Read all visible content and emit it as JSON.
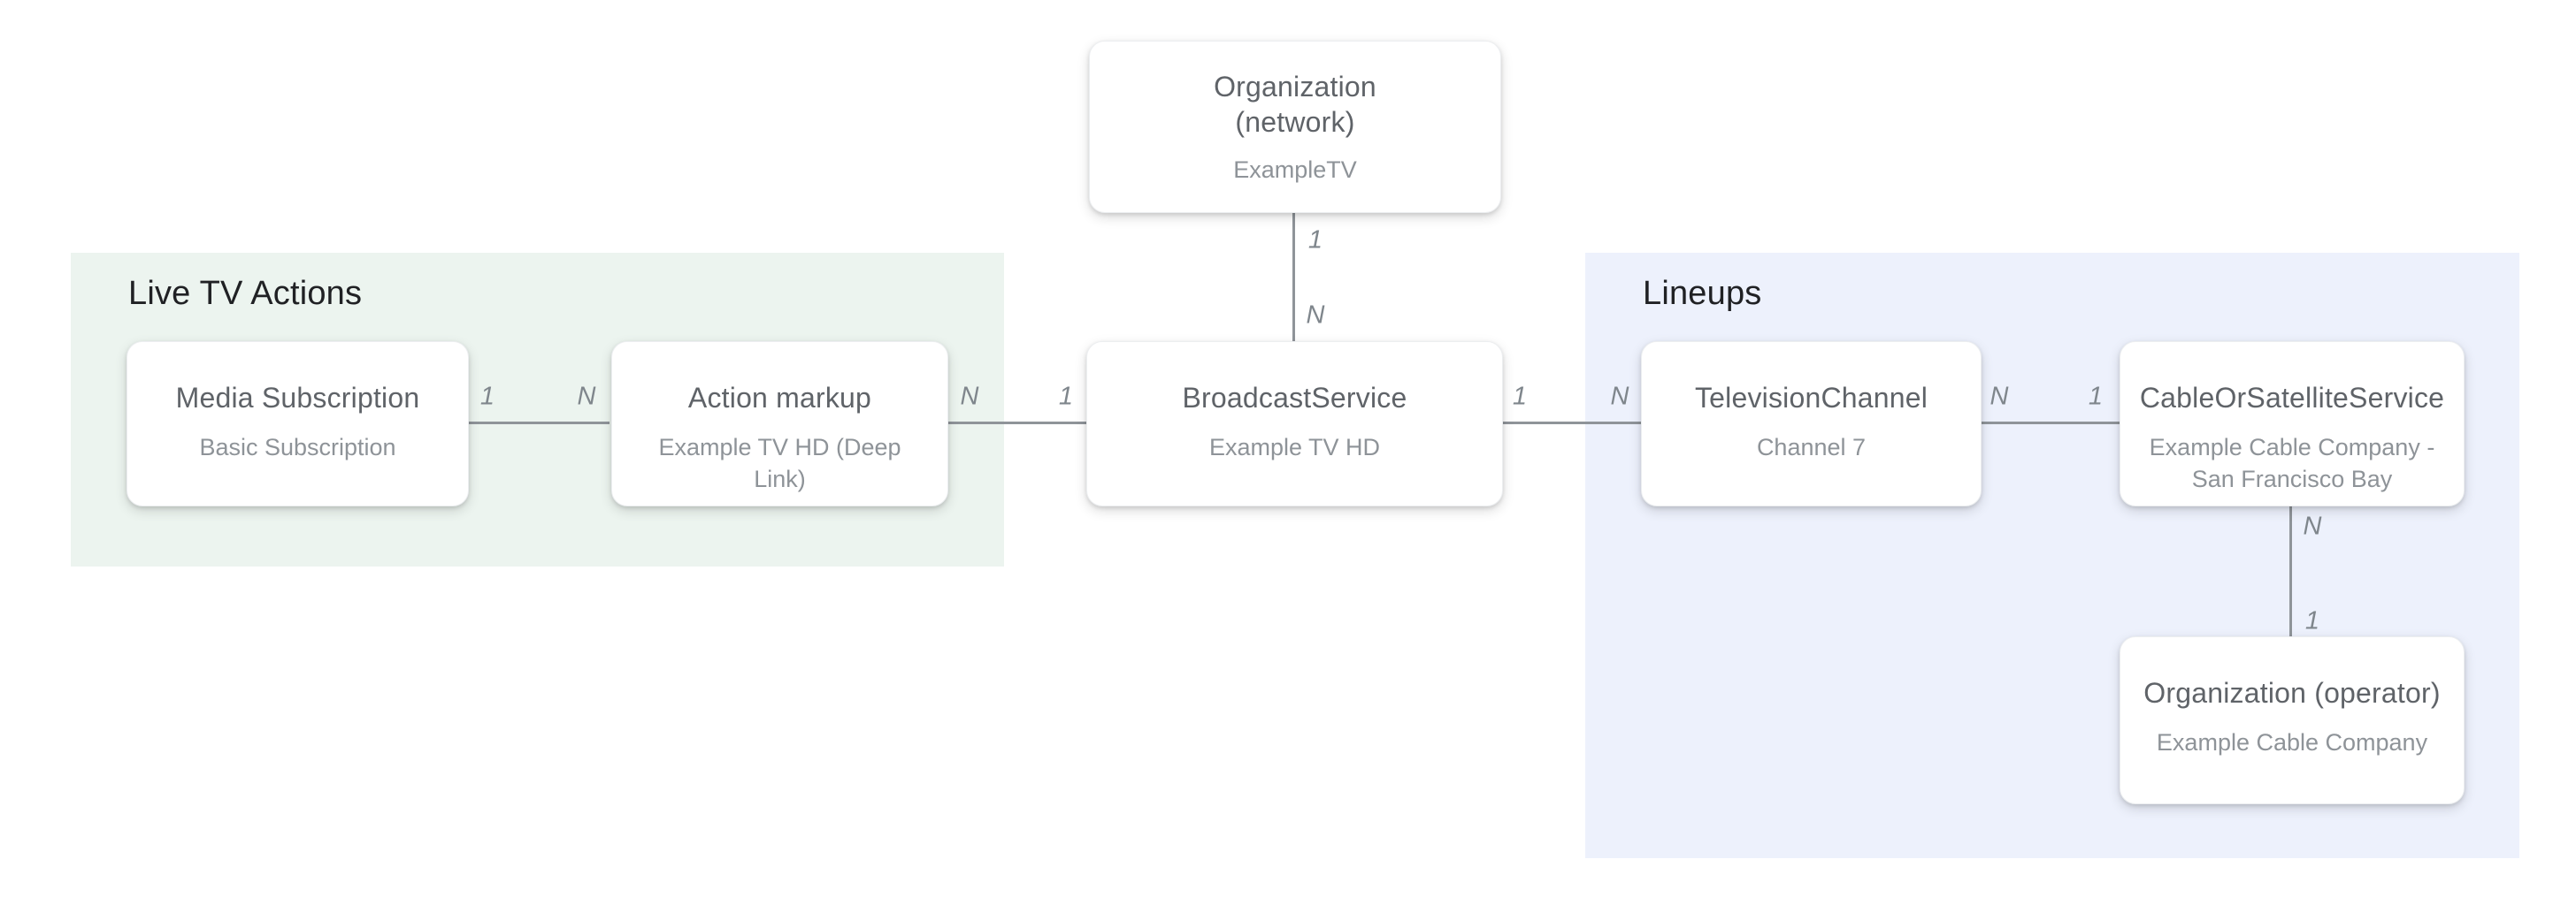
{
  "diagram": {
    "colors": {
      "live_tv_actions_bg": "#ecf4ef",
      "lineups_bg": "#edf1fc",
      "card_bg": "#ffffff",
      "heading_text": "#202124",
      "node_title_text": "#5f6368",
      "node_subtitle_text": "#8e9398",
      "connector_line": "#8f9499",
      "cardinality_text": "#7f868c"
    },
    "groups": [
      {
        "id": "live-tv-actions",
        "label": "Live TV Actions"
      },
      {
        "id": "lineups",
        "label": "Lineups"
      }
    ],
    "nodes": [
      {
        "id": "organization-network",
        "title": "Organization (network)",
        "title_lines": [
          "Organization",
          "(network)"
        ],
        "subtitle": "ExampleTV"
      },
      {
        "id": "media-subscription",
        "title": "Media Subscription",
        "subtitle": "Basic Subscription"
      },
      {
        "id": "action-markup",
        "title": "Action markup",
        "subtitle": "Example TV HD (Deep Link)"
      },
      {
        "id": "broadcast-service",
        "title": "BroadcastService",
        "subtitle": "Example TV HD"
      },
      {
        "id": "television-channel",
        "title": "TelevisionChannel",
        "subtitle": "Channel 7"
      },
      {
        "id": "cable-or-satellite-service",
        "title": "CableOrSatelliteService",
        "subtitle": "Example Cable Company - San Francisco Bay"
      },
      {
        "id": "organization-operator",
        "title": "Organization (operator)",
        "subtitle": "Example Cable Company"
      }
    ],
    "edges": [
      {
        "from": "organization-network",
        "to": "broadcast-service",
        "from_label": "1",
        "to_label": "N"
      },
      {
        "from": "media-subscription",
        "to": "action-markup",
        "from_label": "1",
        "to_label": "N"
      },
      {
        "from": "action-markup",
        "to": "broadcast-service",
        "from_label": "N",
        "to_label": "1"
      },
      {
        "from": "broadcast-service",
        "to": "television-channel",
        "from_label": "1",
        "to_label": "N"
      },
      {
        "from": "television-channel",
        "to": "cable-or-satellite-service",
        "from_label": "N",
        "to_label": "1"
      },
      {
        "from": "cable-or-satellite-service",
        "to": "organization-operator",
        "from_label": "N",
        "to_label": "1"
      }
    ]
  }
}
